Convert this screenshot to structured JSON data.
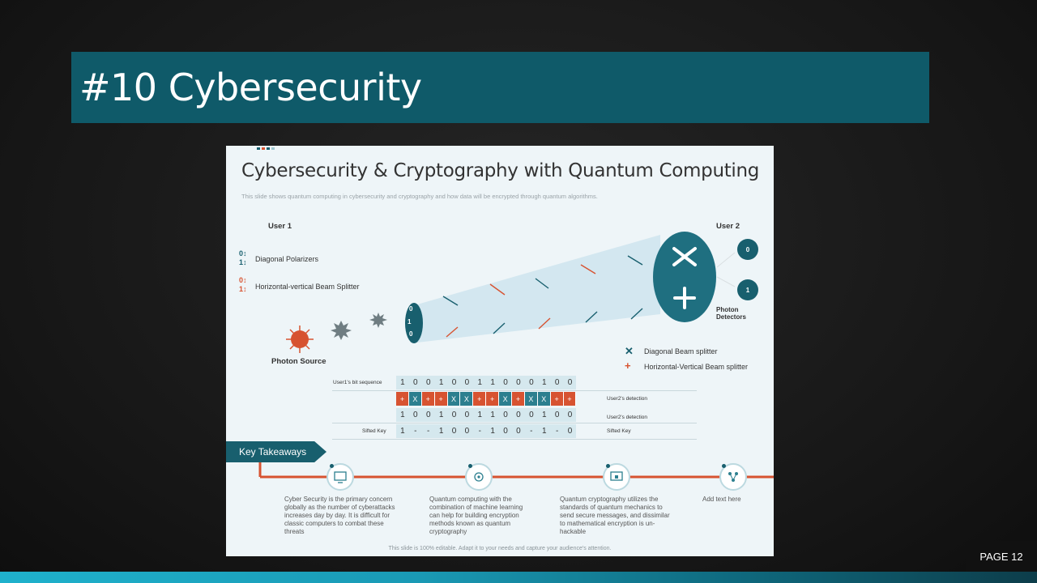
{
  "header": {
    "title": "#10 Cybersecurity"
  },
  "slide": {
    "title": "Cybersecurity & Cryptography with Quantum Computing",
    "subtitle": "This slide shows quantum computing in cybersecurity and cryptography and how data will be encrypted through quantum algorithms.",
    "user1": "User 1",
    "user2": "User 2",
    "legend_left": [
      {
        "label": "Diagonal Polarizers",
        "color": "#185f6e"
      },
      {
        "label": "Horizontal-vertical Beam Splitter",
        "color": "#d75331"
      }
    ],
    "photon_source": "Photon Source",
    "photon_detectors_line1": "Photon",
    "photon_detectors_line2": "Detectors",
    "detector_values": [
      "0",
      "1"
    ],
    "lens_bits": [
      "0",
      "1",
      "0"
    ],
    "legend_right": [
      {
        "symbol": "✕",
        "label": "Diagonal Beam splitter",
        "color": "#185f6e"
      },
      {
        "symbol": "+",
        "label": "Horizontal-Vertical Beam splitter",
        "color": "#d75331"
      }
    ],
    "table": {
      "row1_label": "User1's bit sequence",
      "row1": [
        "1",
        "0",
        "0",
        "1",
        "0",
        "0",
        "1",
        "1",
        "0",
        "0",
        "0",
        "1",
        "0",
        "0"
      ],
      "row2_label": "User2's detection",
      "row2": [
        "+",
        "X",
        "+",
        "+",
        "X",
        "X",
        "+",
        "+",
        "X",
        "+",
        "X",
        "X",
        "+",
        "+"
      ],
      "row3_label": "User2's detection",
      "row3": [
        "1",
        "0",
        "0",
        "1",
        "0",
        "0",
        "1",
        "1",
        "0",
        "0",
        "0",
        "1",
        "0",
        "0"
      ],
      "row4_label_left": "Sifted Key",
      "row4_label_right": "Sifted Key",
      "row4": [
        "1",
        "-",
        "-",
        "1",
        "0",
        "0",
        "-",
        "1",
        "0",
        "0",
        "-",
        "1",
        "-",
        "0"
      ]
    },
    "key_takeaways": "Key Takeaways",
    "takeaways": [
      "Cyber Security is the primary concern globally as the number of cyberattacks increases day by day. It is difficult for classic computers to combat these threats",
      "Quantum computing with the combination of machine learning can help for building encryption methods known as quantum cryptography",
      "Quantum cryptography utilizes the standards of quantum mechanics to send secure messages, and dissimilar to mathematical encryption is un-hackable",
      "Add text here"
    ],
    "footer": "This slide is 100% editable. Adapt it to your needs and capture your audience's attention."
  },
  "page": {
    "number": "PAGE 12"
  },
  "colors": {
    "teal": "#185f6e",
    "orange": "#d75331",
    "header": "#0f5a69"
  }
}
